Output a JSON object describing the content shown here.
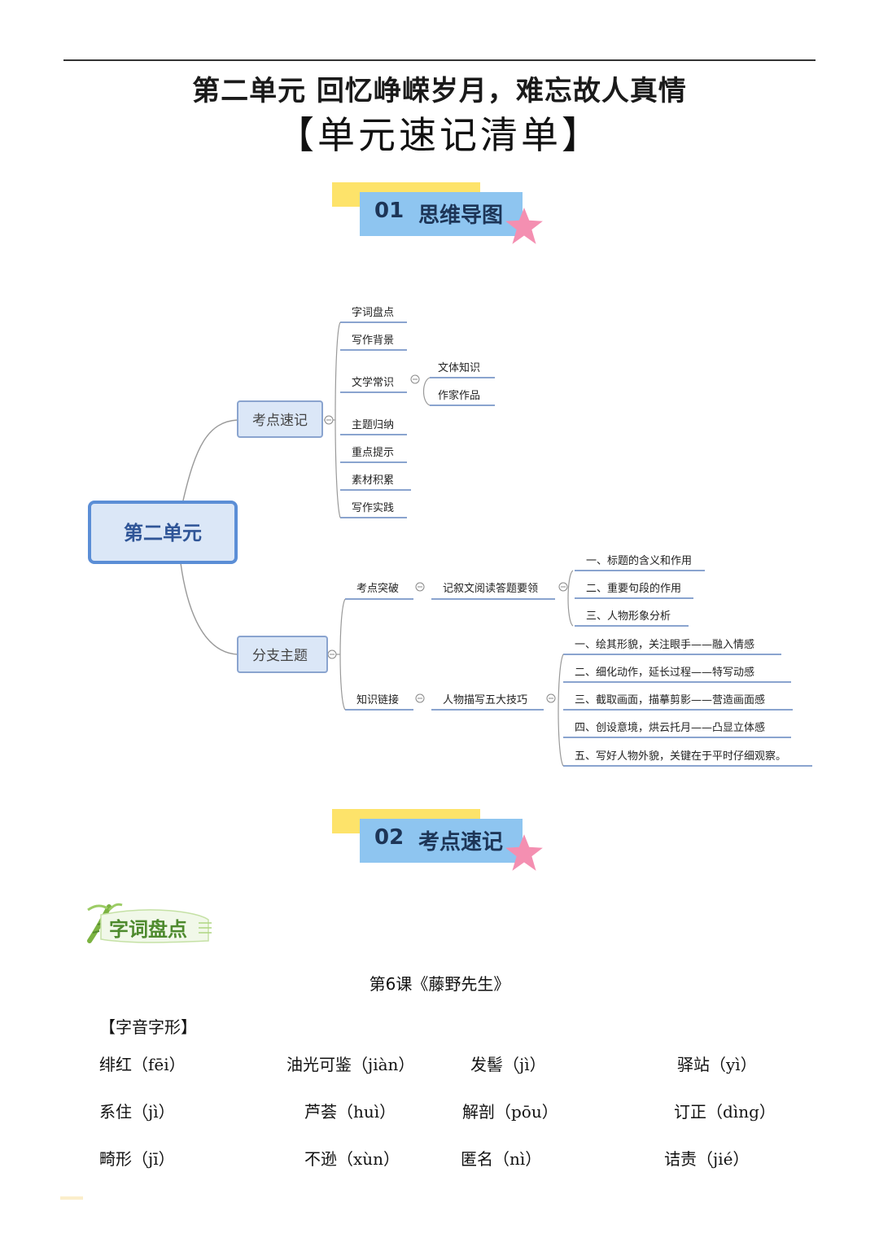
{
  "header": {
    "title": "第二单元  回忆峥嵘岁月，难忘故人真情",
    "subtitle": "【单元速记清单】"
  },
  "section1": {
    "num": "01",
    "label": "思维导图"
  },
  "section2": {
    "num": "02",
    "label": "考点速记"
  },
  "mindmap": {
    "root": "第二单元",
    "branch1": {
      "label": "考点速记",
      "items": [
        "字词盘点",
        "写作背景",
        "文学常识",
        "主题归纳",
        "重点提示",
        "素材积累",
        "写作实践"
      ],
      "sub_items": [
        "文体知识",
        "作家作品"
      ]
    },
    "branch2": {
      "label": "分支主题",
      "a_label": "考点突破",
      "a_child": "记叙文阅读答题要领",
      "a_items": [
        "一、标题的含义和作用",
        "二、重要句段的作用",
        "三、人物形象分析"
      ],
      "b_label": "知识链接",
      "b_child": "人物描写五大技巧",
      "b_items": [
        "一、绘其形貌，关注眼手——融入情感",
        "二、细化动作，延长过程——特写动感",
        "三、截取画面，描摹剪影——营造画面感",
        "四、创设意境，烘云托月——凸显立体感",
        "五、写好人物外貌，关键在于平时仔细观察。"
      ]
    }
  },
  "badge": {
    "label": "字词盘点"
  },
  "lesson": {
    "title": "第6课《藤野先生》"
  },
  "section_label": "【字音字形】",
  "words": [
    [
      "绯红（fēi）",
      "油光可鉴（jiàn）",
      "发髻（jì）",
      "驿站（yì）"
    ],
    [
      "系住（jì）",
      "芦荟（huì）",
      "解剖（pōu）",
      "订正（dìng）"
    ],
    [
      "畸形（jī）",
      "不逊（xùn）",
      "匿名（nì）",
      "诘责（jié）"
    ]
  ],
  "colors": {
    "accent_blue": "#8ec5f0",
    "accent_yellow": "#fde36a",
    "star_pink": "#f48fb1",
    "root_border": "#5b8ed6"
  }
}
